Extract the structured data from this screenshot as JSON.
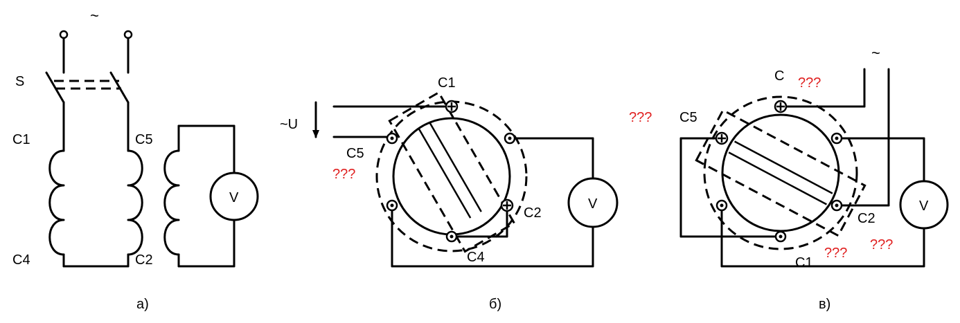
{
  "diagram_a": {
    "source": "~",
    "switch": "S",
    "c1": "C1",
    "c4": "C4",
    "c5": "C5",
    "c2": "C2",
    "meter": "V",
    "caption": "а)"
  },
  "diagram_b": {
    "source": "~U",
    "c1": "C1",
    "c5": "C5",
    "c2": "C2",
    "c4": "C4",
    "unknown": "???",
    "meter": "V",
    "caption": "б)"
  },
  "diagram_c": {
    "source": "~",
    "c": "C",
    "c5": "C5",
    "c2": "C2",
    "c1": "C1",
    "unknown": [
      "???",
      "???",
      "???",
      "???"
    ],
    "meter": "V",
    "caption": "в)"
  }
}
